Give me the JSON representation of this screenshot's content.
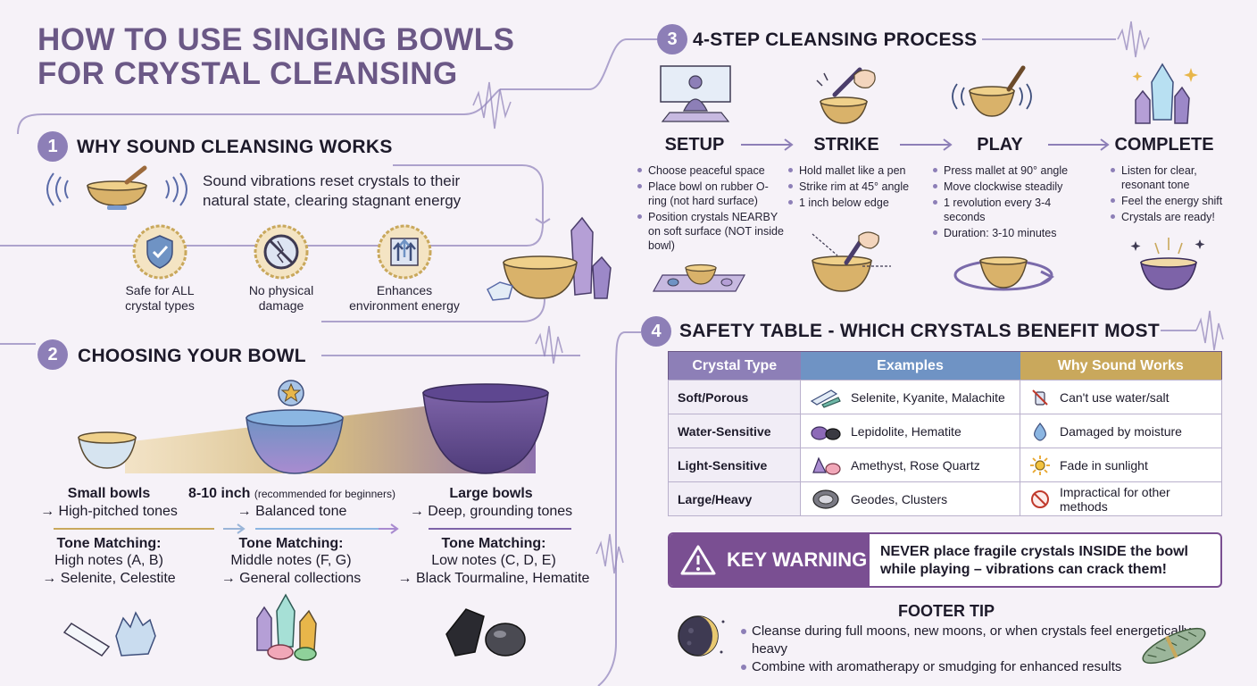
{
  "title": {
    "line1": "HOW TO USE SINGING BOWLS",
    "line2": "FOR CRYSTAL CLEANSING"
  },
  "section1": {
    "number": "1",
    "title": "WHY SOUND CLEANSING WORKS",
    "desc_line1": "Sound vibrations reset crystals to their",
    "desc_line2": "natural state, clearing stagnant energy",
    "benefits": [
      {
        "line1": "Safe for ALL",
        "line2": "crystal types",
        "icon": "shield-check-icon"
      },
      {
        "line1": "No physical",
        "line2": "damage",
        "icon": "no-damage-icon"
      },
      {
        "line1": "Enhances",
        "line2": "environment energy",
        "icon": "arrows-up-icon"
      }
    ]
  },
  "section2": {
    "number": "2",
    "title": "CHOOSING YOUR BOWL",
    "bowls": [
      {
        "name": "Small bowls",
        "note": "",
        "tone": "→ High-pitched tones",
        "match_head": "Tone Matching:",
        "match1": "High notes (A, B)",
        "match2": "→ Selenite, Celestite"
      },
      {
        "name": "8-10 inch",
        "note": "(recommended for beginners)",
        "tone": "→ Balanced tone",
        "match_head": "Tone Matching:",
        "match1": "Middle notes (F, G)",
        "match2": "→ General collections"
      },
      {
        "name": "Large bowls",
        "note": "",
        "tone": "→ Deep, grounding tones",
        "match_head": "Tone Matching:",
        "match1": "Low notes (C, D, E)",
        "match2": "→ Black Tourmaline, Hematite"
      }
    ]
  },
  "section3": {
    "number": "3",
    "title": "4-STEP CLEANSING PROCESS",
    "steps": [
      {
        "title": "SETUP",
        "items": [
          "Choose peaceful space",
          "Place bowl on rubber O-ring (not hard surface)",
          "Position crystals NEARBY on soft surface (NOT inside bowl)"
        ]
      },
      {
        "title": "STRIKE",
        "items": [
          "Hold mallet like a pen",
          "Strike rim at 45° angle",
          "1 inch below edge"
        ]
      },
      {
        "title": "PLAY",
        "items": [
          "Press mallet at 90° angle",
          "Move clockwise steadily",
          "1 revolution every 3-4 seconds",
          "Duration: 3-10 minutes"
        ]
      },
      {
        "title": "COMPLETE",
        "items": [
          "Listen for clear, resonant tone",
          "Feel the energy shift",
          "Crystals are ready!"
        ]
      }
    ]
  },
  "section4": {
    "number": "4",
    "title": "SAFETY TABLE - WHICH CRYSTALS BENEFIT MOST",
    "headers": [
      "Crystal Type",
      "Examples",
      "Why Sound Works"
    ],
    "header_colors": [
      "#8d7fb7",
      "#6f93c4",
      "#c9a85c"
    ],
    "rows": [
      {
        "type": "Soft/Porous",
        "examples": "Selenite, Kyanite, Malachite",
        "why": "Can't use water/salt",
        "why_icon": "no-water-icon"
      },
      {
        "type": "Water-Sensitive",
        "examples": "Lepidolite, Hematite",
        "why": "Damaged by moisture",
        "why_icon": "water-drop-icon"
      },
      {
        "type": "Light-Sensitive",
        "examples": "Amethyst, Rose Quartz",
        "why": "Fade in sunlight",
        "why_icon": "sun-icon"
      },
      {
        "type": "Large/Heavy",
        "examples": "Geodes, Clusters",
        "why": "Impractical for other methods",
        "why_icon": "prohibited-icon"
      }
    ]
  },
  "warning": {
    "label": "KEY WARNING",
    "line1": "NEVER place fragile crystals INSIDE the bowl",
    "line2": "while playing – vibrations can crack them!"
  },
  "footer": {
    "title": "FOOTER TIP",
    "items": [
      "Cleanse during full moons, new moons, or when crystals feel energetically heavy",
      "Combine with aromatherapy or smudging for enhanced results"
    ]
  },
  "colors": {
    "accent": "#8d7fb7",
    "title": "#6b5886",
    "warning": "#7a4f92",
    "gold": "#c9a85c"
  }
}
